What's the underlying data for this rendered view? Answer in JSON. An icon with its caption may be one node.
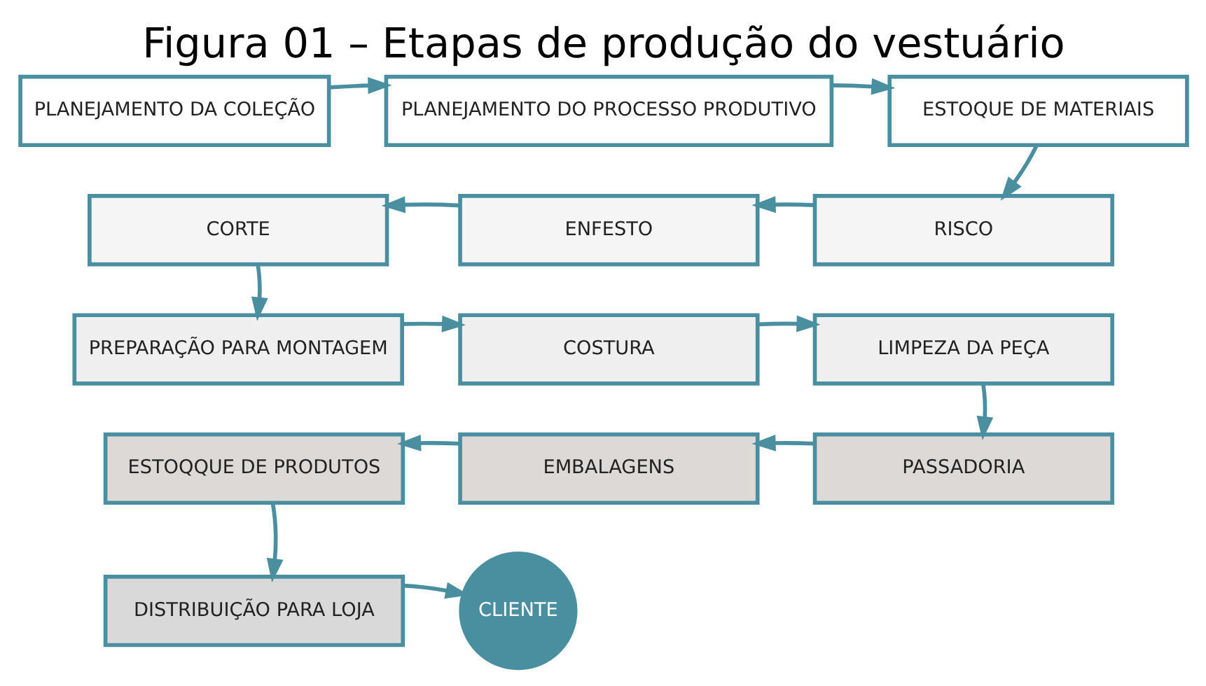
{
  "diagram": {
    "title": "Figura 01 – Etapas de produção do vestuário",
    "nodes": [
      {
        "text": [
          "PLANEJAMENTO DA COLEÇÃO"
        ]
      },
      {
        "text": [
          "PLANEJAMENTO DO PROCESSO PRODUTIVO"
        ]
      },
      {
        "text": [
          "ESTOQUE DE MATERIAIS"
        ]
      },
      {
        "text": [
          "CORTE"
        ]
      },
      {
        "text": [
          "ENFESTO"
        ]
      },
      {
        "text": [
          "RISCO"
        ]
      },
      {
        "text": [
          "PREPARAÇÃO PARA MONTAGEM"
        ]
      },
      {
        "text": [
          "COSTURA"
        ]
      },
      {
        "text": [
          "LIMPEZA DA PEÇA"
        ]
      },
      {
        "text": [
          "ESTOQQUE DE PRODUTOS"
        ]
      },
      {
        "text": [
          "EMBALAGENS"
        ]
      },
      {
        "text": [
          "PASSADORIA"
        ]
      },
      {
        "text": [
          "DISTRIBUIÇÃO PARA LOJA"
        ]
      },
      {
        "text": [
          "CLIENTE"
        ]
      }
    ],
    "edges": [
      {
        "from": 0,
        "to": 1,
        "arrow": "to"
      },
      {
        "from": 1,
        "to": 2,
        "arrow": "to"
      },
      {
        "from": 2,
        "to": 5,
        "arrow": "to"
      },
      {
        "from": 5,
        "to": 4,
        "arrow": "to"
      },
      {
        "from": 4,
        "to": 3,
        "arrow": "to"
      },
      {
        "from": 3,
        "to": 6,
        "arrow": "to"
      },
      {
        "from": 6,
        "to": 7,
        "arrow": "to"
      },
      {
        "from": 7,
        "to": 8,
        "arrow": "to"
      },
      {
        "from": 8,
        "to": 11,
        "arrow": "to"
      },
      {
        "from": 11,
        "to": 10,
        "arrow": "to"
      },
      {
        "from": 10,
        "to": 9,
        "arrow": "to"
      },
      {
        "from": 9,
        "to": 12,
        "arrow": "to"
      },
      {
        "from": 12,
        "to": 13,
        "arrow": "to"
      }
    ]
  }
}
